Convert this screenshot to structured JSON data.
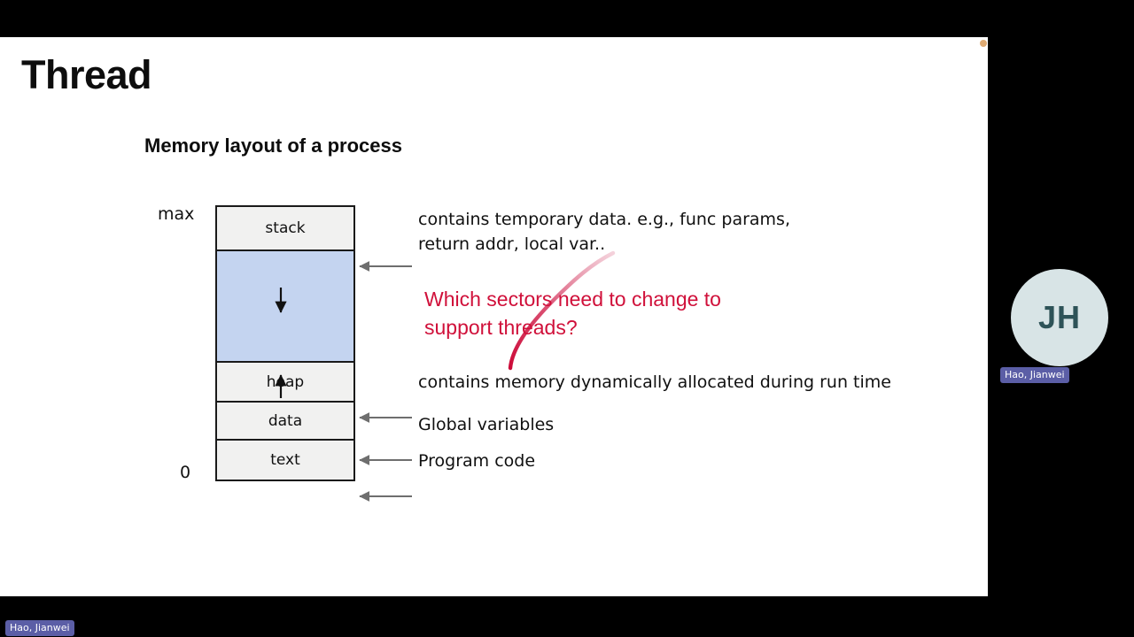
{
  "meeting": {
    "shared_slide": {
      "title": "Thread",
      "subtitle": "Memory layout of a process",
      "axis": {
        "max_label": "max",
        "zero_label": "0"
      },
      "memory_segments": [
        {
          "name": "stack",
          "label": "stack",
          "fill": "#f1f1f0"
        },
        {
          "name": "free-gap",
          "label": "",
          "fill": "#c4d4f0"
        },
        {
          "name": "heap",
          "label": "heap",
          "fill": "#f1f1f0"
        },
        {
          "name": "data",
          "label": "data",
          "fill": "#f1f1f0"
        },
        {
          "name": "text",
          "label": "text",
          "fill": "#f1f1f0"
        }
      ],
      "annotations": {
        "stack": "contains temporary data. e.g., func params,\nreturn addr, local var..",
        "heap": "contains memory dynamically allocated during run time",
        "data": "Global variables",
        "text": "Program code"
      },
      "ink_annotation": {
        "text": "Which sectors need to change to\nsupport threads?",
        "color": "#d0103a"
      },
      "marker_dot_color": "#d89b5a"
    },
    "participants": [
      {
        "name": "Hao, Jianwei",
        "initials": "JH",
        "avatar_bg": "#d8e4e6",
        "avatar_fg": "#2e5358",
        "badge_bg": "#5b5ea6"
      }
    ],
    "presenter_badge": "Hao, Jianwei"
  }
}
